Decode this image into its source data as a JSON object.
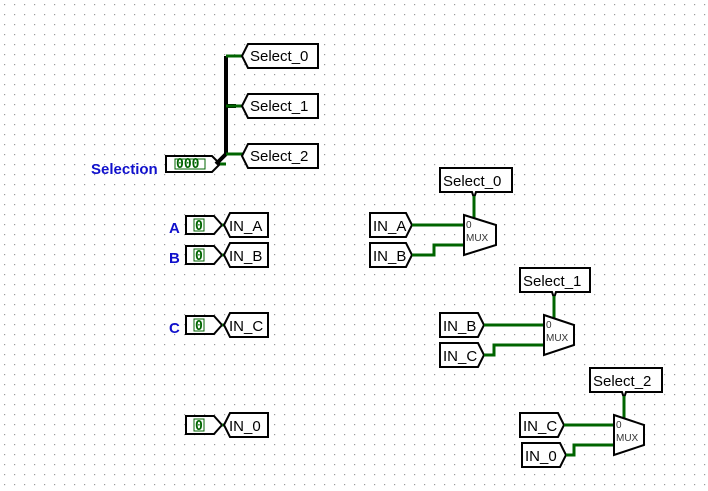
{
  "selection": {
    "label": "Selection",
    "value": "000"
  },
  "splitter_outputs": [
    "Select_0",
    "Select_1",
    "Select_2"
  ],
  "input_pins": [
    {
      "label": "A",
      "value": "0",
      "tunnel": "IN_A"
    },
    {
      "label": "B",
      "value": "0",
      "tunnel": "IN_B"
    },
    {
      "label": "C",
      "value": "0",
      "tunnel": "IN_C"
    },
    {
      "label": "",
      "value": "0",
      "tunnel": "IN_0"
    }
  ],
  "muxes": [
    {
      "select": "Select_0",
      "in0": "IN_A",
      "in1": "IN_B",
      "label": "MUX",
      "zero": "0"
    },
    {
      "select": "Select_1",
      "in0": "IN_B",
      "in1": "IN_C",
      "label": "MUX",
      "zero": "0"
    },
    {
      "select": "Select_2",
      "in0": "IN_C",
      "in1": "IN_0",
      "label": "MUX",
      "zero": "0"
    }
  ],
  "colors": {
    "wire": "#006400",
    "pin_label": "#1010cc",
    "grid_dot": "#9a9a9a"
  }
}
